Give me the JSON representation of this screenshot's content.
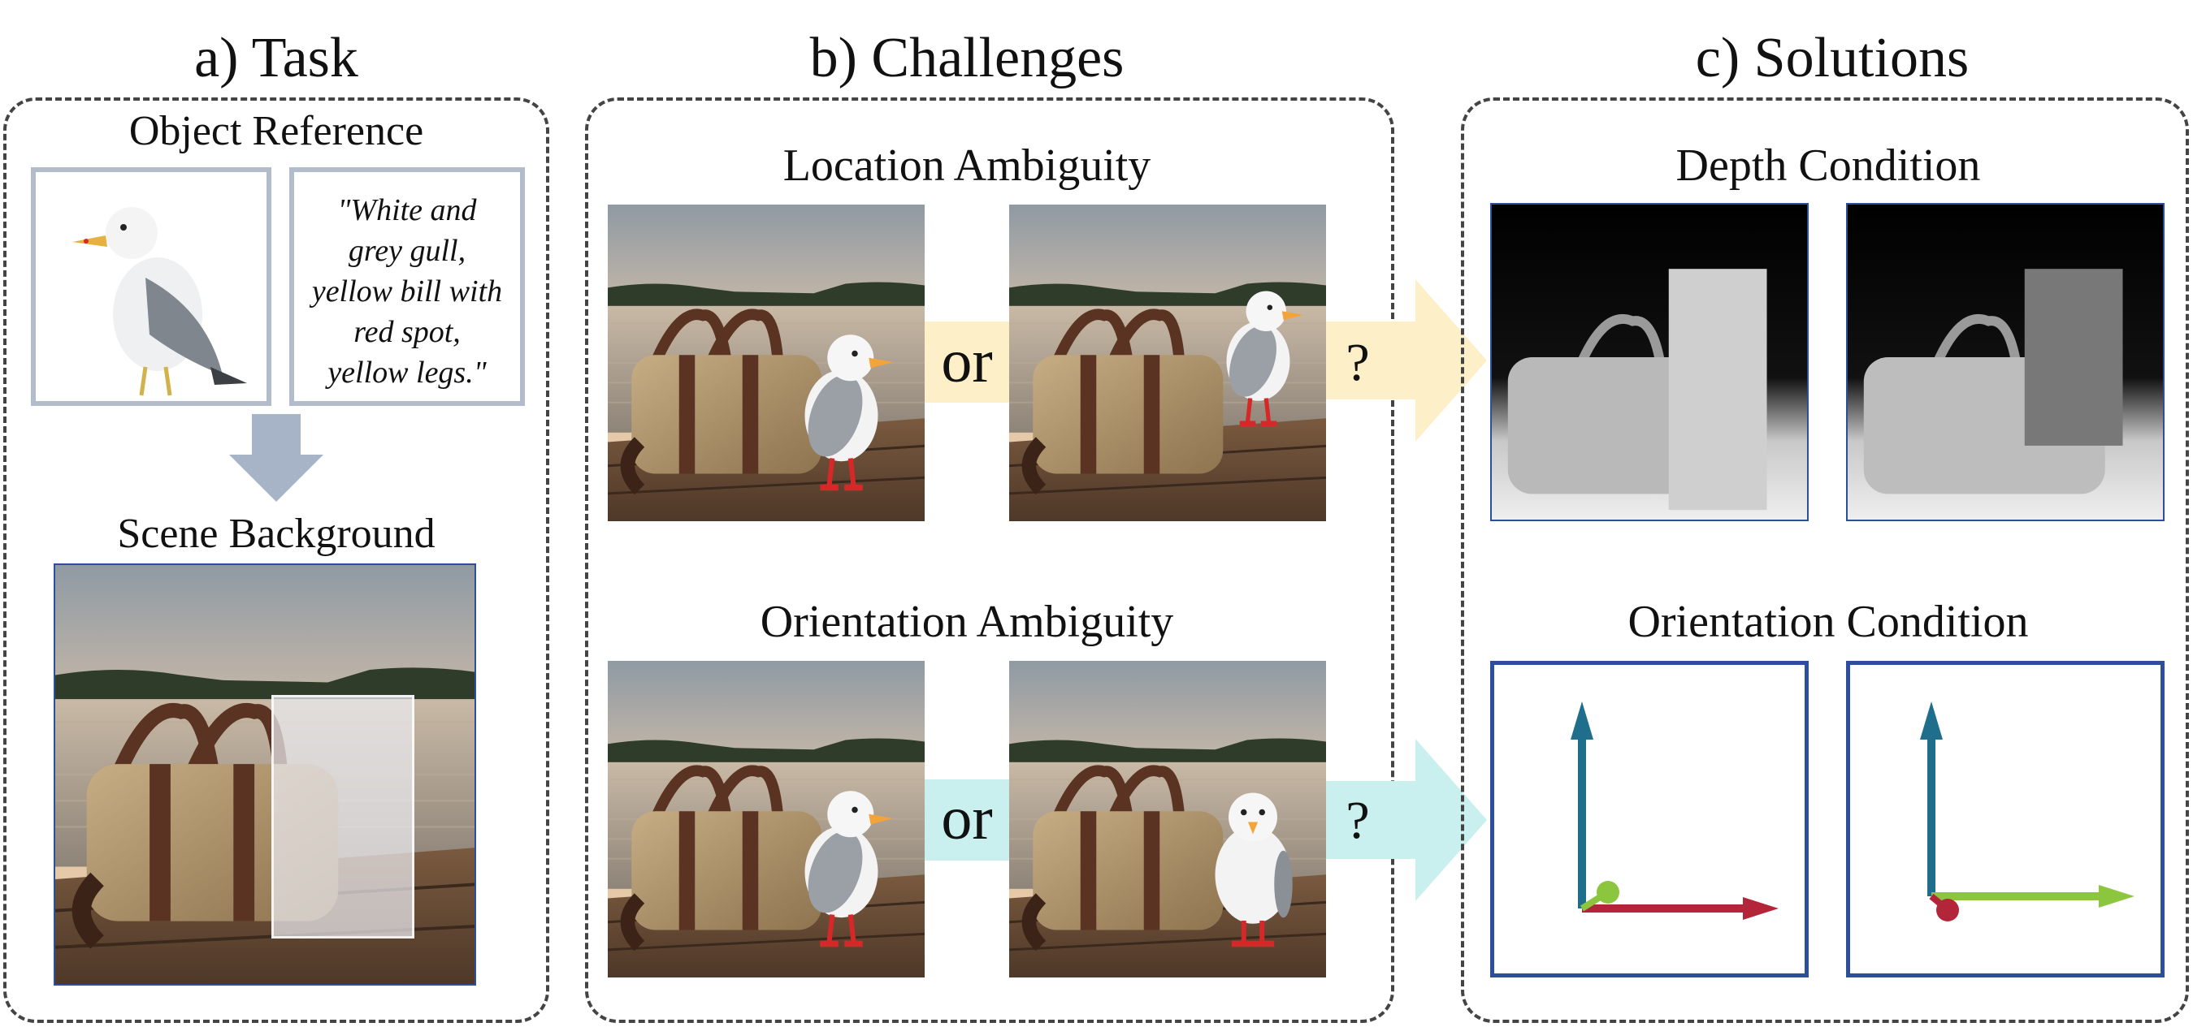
{
  "task": {
    "heading": "a) Task",
    "object_reference_label": "Object Reference",
    "description_quote": "\"White and grey gull, yellow bill with red spot, yellow legs.\"",
    "scene_background_label": "Scene Background"
  },
  "challenges": {
    "heading": "b) Challenges",
    "location_label": "Location Ambiguity",
    "orientation_label": "Orientation Ambiguity",
    "or_label": "or",
    "question_mark": "?"
  },
  "solutions": {
    "heading": "c) Solutions",
    "depth_label": "Depth Condition",
    "orientation_label": "Orientation Condition"
  },
  "colors": {
    "panel_border": "#444444",
    "frame_border": "#b3bccb",
    "arrow_down": "#a7b4c8",
    "location_band": "#fdf0c8",
    "orientation_band": "#c9efee",
    "box_border": "#2d4e9b",
    "axis_up": "#1f6e8c",
    "axis_x_red": "#b3263a",
    "axis_green": "#8cc63f"
  }
}
